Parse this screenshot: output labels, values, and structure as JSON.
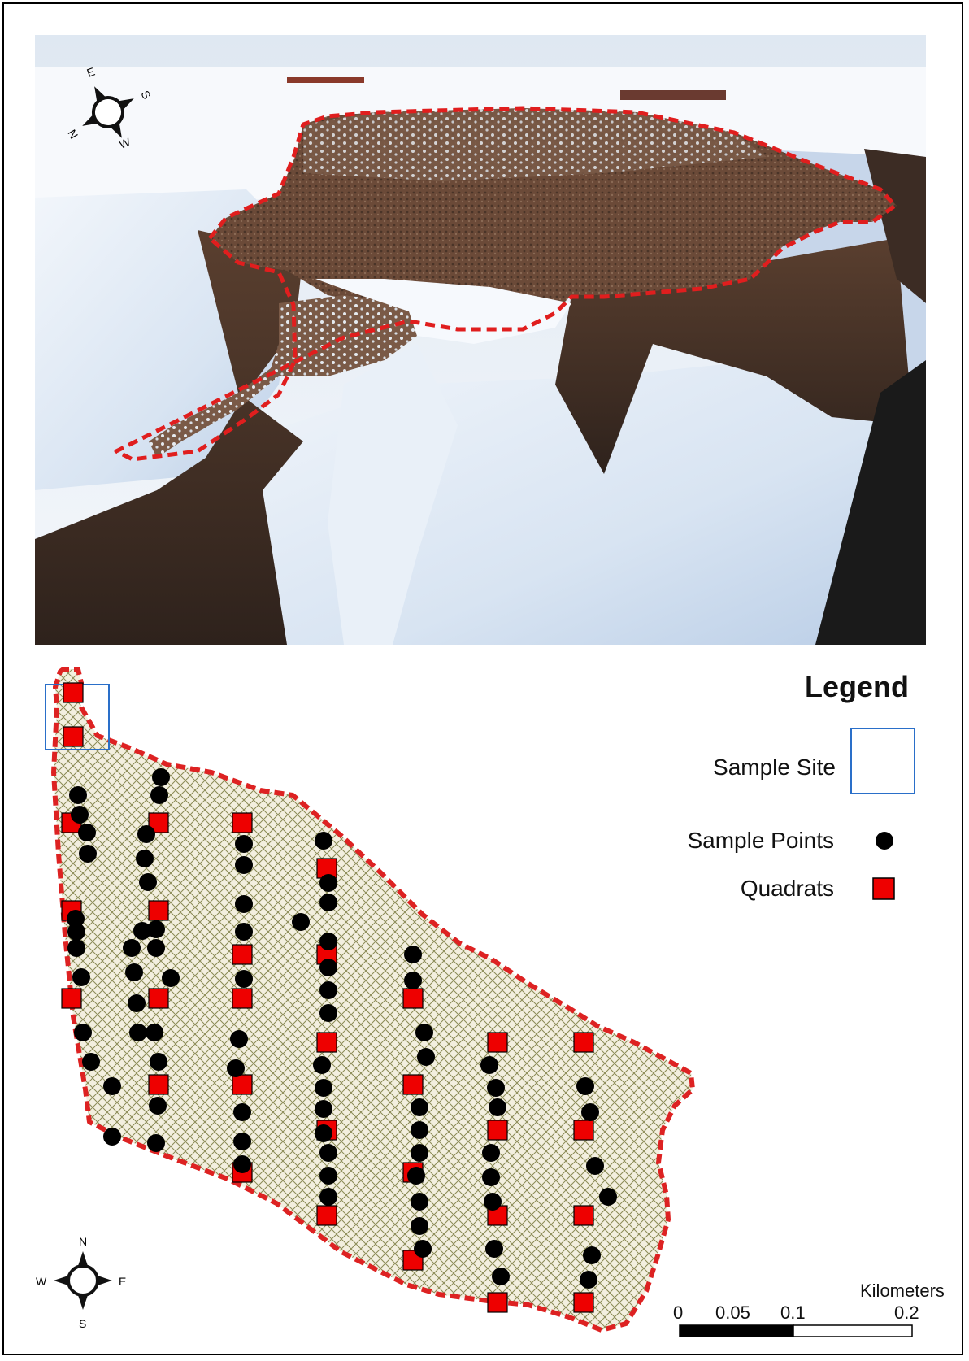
{
  "photo_compass": {
    "labels": [
      "E",
      "S",
      "W",
      "N"
    ]
  },
  "legend": {
    "title": "Legend",
    "items": [
      {
        "label": "Sample Site",
        "symbol": "blue-square-outline",
        "color": "#2a6fc9"
      },
      {
        "label": "Sample Points",
        "symbol": "black-circle",
        "color": "#000000"
      },
      {
        "label": "Quadrats",
        "symbol": "red-square",
        "color": "#ee0000"
      }
    ]
  },
  "map_compass": {
    "n": "N",
    "s": "S",
    "e": "E",
    "w": "W"
  },
  "scalebar": {
    "unit": "Kilometers",
    "ticks": [
      "0",
      "0.05",
      "0.1",
      "0.2"
    ]
  },
  "colors": {
    "boundary": "#dd2222",
    "hatch": "#8a8a55",
    "fill": "#f3efdf"
  }
}
